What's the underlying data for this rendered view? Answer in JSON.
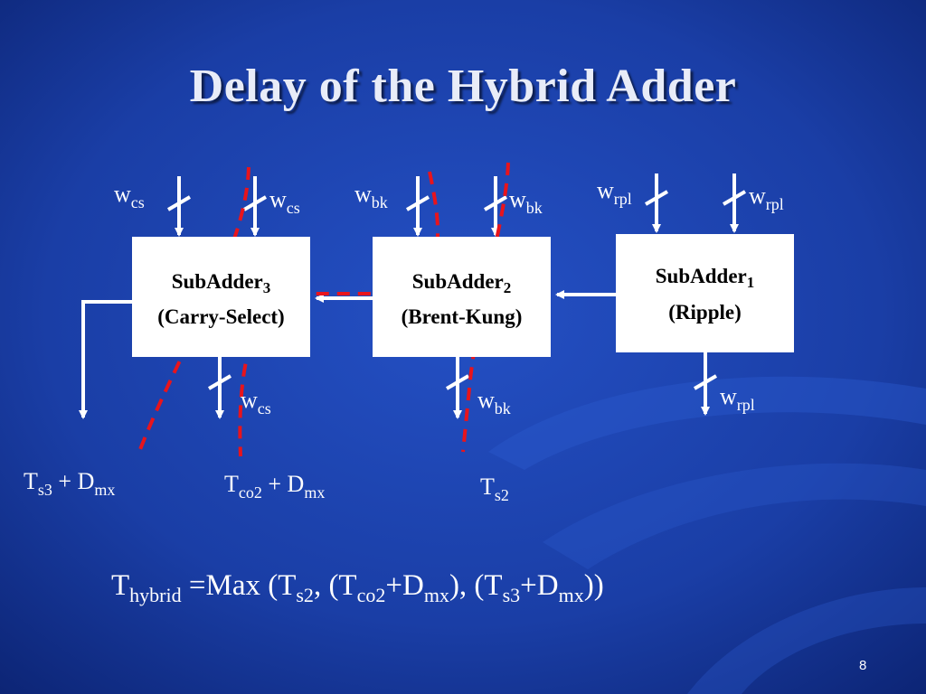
{
  "slide": {
    "title": "Delay of  the Hybrid Adder",
    "page_number": "8"
  },
  "blocks": {
    "sub3": {
      "name": "SubAdder",
      "index": "3",
      "type": "(Carry-Select)"
    },
    "sub2": {
      "name": "SubAdder",
      "index": "2",
      "type": "(Brent-Kung)"
    },
    "sub1": {
      "name": "SubAdder",
      "index": "1",
      "type": "(Ripple)"
    }
  },
  "labels": {
    "w": "w",
    "cs": "cs",
    "bk": "bk",
    "rpl": "rpl"
  },
  "timing": {
    "t1": {
      "T": "T",
      "s3": "s3",
      "plus": " + D",
      "mx": "mx"
    },
    "t2": {
      "T": "T",
      "co2": "co2",
      "plus": " + D",
      "mx": "mx"
    },
    "t3": {
      "T": "T",
      "s2": "s2"
    }
  },
  "formula": {
    "T": "T",
    "hybrid": "hybrid",
    "eq": " =Max (T",
    "s2": "s2",
    "p2": ",  (T",
    "co2": "co2",
    "p3": "+D",
    "mx1": "mx",
    "p4": "),   (T",
    "s3": "s3",
    "p5": "+D",
    "mx2": "mx",
    "p6": "))"
  },
  "colors": {
    "background": "#1a3ea6",
    "critical_path": "#e8141c",
    "box": "#ffffff"
  }
}
